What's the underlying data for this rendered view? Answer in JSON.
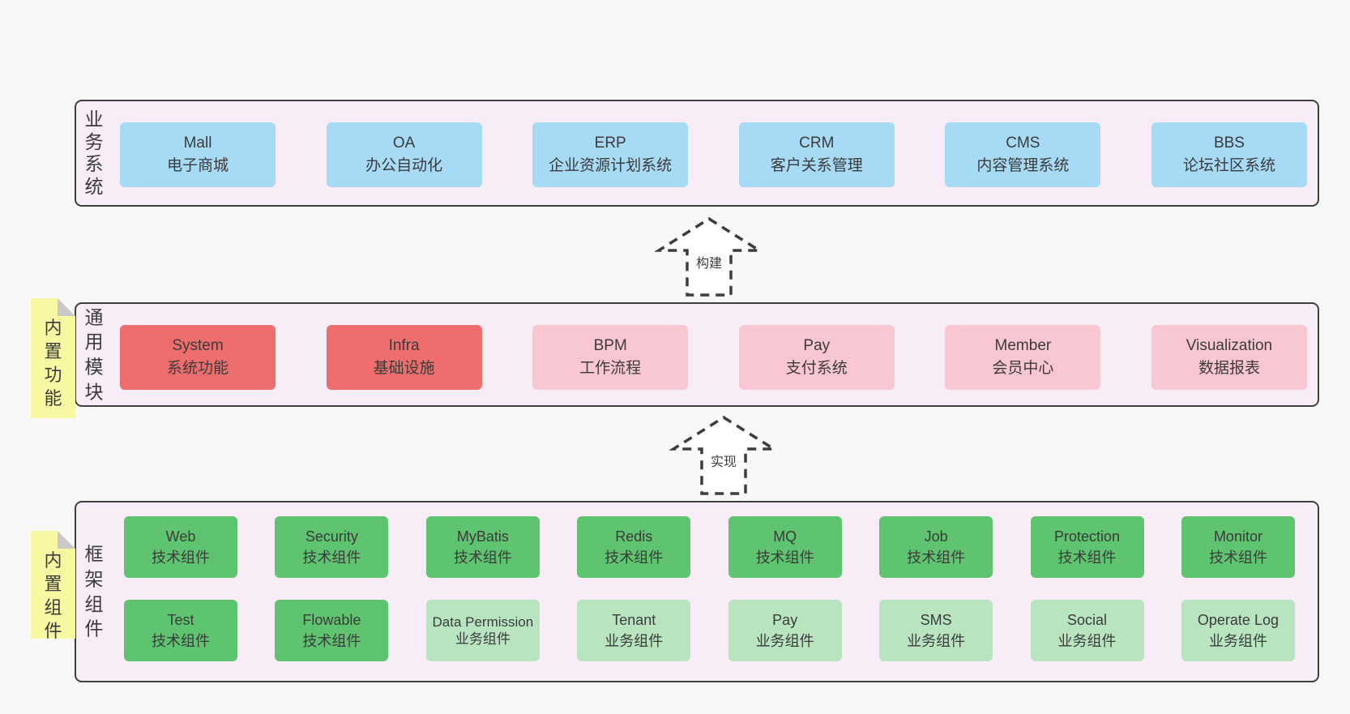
{
  "colors": {
    "page_bg": "#f8f8f8",
    "panel_bg": "#f8edf6",
    "panel_border": "#3f3f3f",
    "card_blue": "#a7daf5",
    "card_red": "#ee6d6d",
    "card_pink": "#f9c7d1",
    "card_green_dark": "#5ec46f",
    "card_green_light": "#b8e5c0",
    "sticky_yellow": "#f9f8a2",
    "sticky_fold_gray": "#c9c9c9",
    "text": "#3b3b3b"
  },
  "arrows": {
    "build": {
      "label": "构建"
    },
    "implement": {
      "label": "实现"
    }
  },
  "business": {
    "label": "业务系统",
    "items": [
      {
        "name": "Mall",
        "desc": "电子商城"
      },
      {
        "name": "OA",
        "desc": "办公自动化"
      },
      {
        "name": "ERP",
        "desc": "企业资源计划系统"
      },
      {
        "name": "CRM",
        "desc": "客户关系管理"
      },
      {
        "name": "CMS",
        "desc": "内容管理系统"
      },
      {
        "name": "BBS",
        "desc": "论坛社区系统"
      }
    ]
  },
  "modules": {
    "label": "通用模块",
    "sticky": "内置功能",
    "items": [
      {
        "name": "System",
        "desc": "系统功能"
      },
      {
        "name": "Infra",
        "desc": "基础设施"
      },
      {
        "name": "BPM",
        "desc": "工作流程"
      },
      {
        "name": "Pay",
        "desc": "支付系统"
      },
      {
        "name": "Member",
        "desc": "会员中心"
      },
      {
        "name": "Visualization",
        "desc": "数据报表"
      }
    ]
  },
  "components": {
    "label": "框架组件",
    "sticky": "内置组件",
    "row1": [
      {
        "name": "Web",
        "desc": "技术组件"
      },
      {
        "name": "Security",
        "desc": "技术组件"
      },
      {
        "name": "MyBatis",
        "desc": "技术组件"
      },
      {
        "name": "Redis",
        "desc": "技术组件"
      },
      {
        "name": "MQ",
        "desc": "技术组件"
      },
      {
        "name": "Job",
        "desc": "技术组件"
      },
      {
        "name": "Protection",
        "desc": "技术组件"
      },
      {
        "name": "Monitor",
        "desc": "技术组件"
      }
    ],
    "row2": [
      {
        "name": "Test",
        "desc": "技术组件"
      },
      {
        "name": "Flowable",
        "desc": "技术组件"
      },
      {
        "name": "Data Permission",
        "desc": "业务组件"
      },
      {
        "name": "Tenant",
        "desc": "业务组件"
      },
      {
        "name": "Pay",
        "desc": "业务组件"
      },
      {
        "name": "SMS",
        "desc": "业务组件"
      },
      {
        "name": "Social",
        "desc": "业务组件"
      },
      {
        "name": "Operate Log",
        "desc": "业务组件"
      }
    ]
  }
}
